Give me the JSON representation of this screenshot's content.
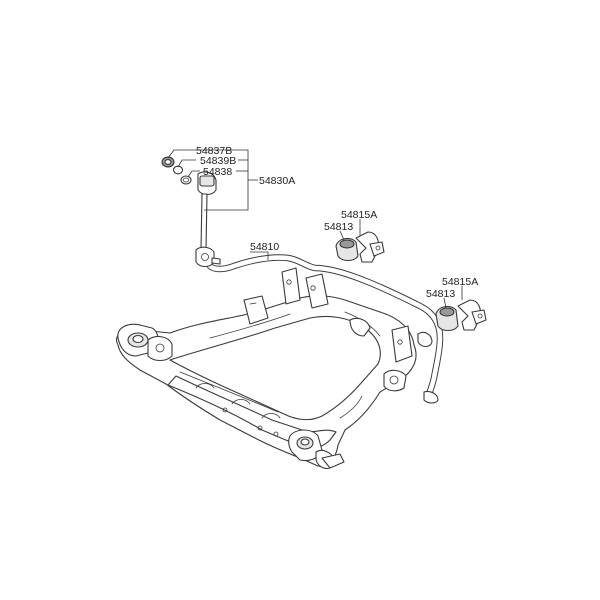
{
  "labels": {
    "p54837B": "54837B",
    "p54839B": "54839B",
    "p54838": "54838",
    "p54830A": "54830A",
    "p54810": "54810",
    "p54815A_1": "54815A",
    "p54813_1": "54813",
    "p54815A_2": "54815A",
    "p54813_2": "54813"
  }
}
